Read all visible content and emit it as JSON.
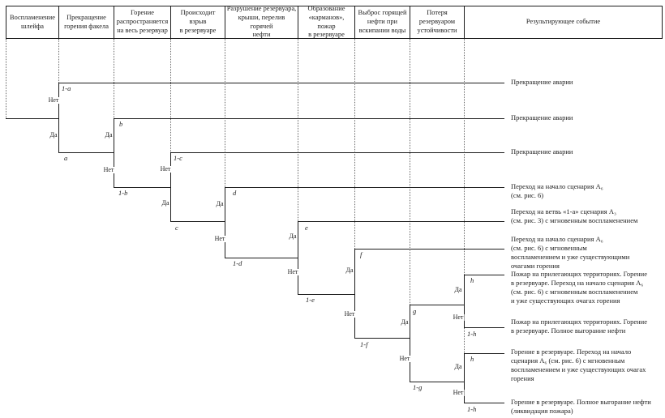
{
  "figure": {
    "kind": "event-tree-diagram",
    "line_color": "#1c1c1c",
    "background": "#ffffff"
  },
  "header": {
    "columns": [
      {
        "id": "plume-ignition",
        "label": "Воспламенение\nшлейфа"
      },
      {
        "id": "torch-burnout",
        "label": "Прекращение\nгорения факела"
      },
      {
        "id": "fire-spread",
        "label": "Горение\nраспространяется\nна весь резервуар"
      },
      {
        "id": "tank-explosion",
        "label": "Происходит\nвзрыв\nв резервуаре"
      },
      {
        "id": "tank-destruction",
        "label": "Разрушение резервуара,\nкрыши, перелив горячей\nнефти"
      },
      {
        "id": "pockets-fire",
        "label": "Образование\n«карманов», пожар\nв резервуаре"
      },
      {
        "id": "oil-boilover",
        "label": "Выброс горящей\nнефти при\nвскипании воды"
      },
      {
        "id": "stability-loss",
        "label": "Потеря\nрезервуаром\nустойчивости"
      },
      {
        "id": "resulting-event",
        "label": "Результирующее событие"
      }
    ]
  },
  "tree": {
    "yes": "Да",
    "no": "Нет",
    "branches": {
      "a": "a",
      "not_a": "1-a",
      "b": "b",
      "not_b": "1-b",
      "c": "c",
      "not_c": "1-c",
      "d": "d",
      "not_d": "1-d",
      "e": "e",
      "not_e": "1-e",
      "f": "f",
      "not_f": "1-f",
      "g": "g",
      "not_g": "1-g",
      "h": "h",
      "not_h": "1-h"
    }
  },
  "outcomes": [
    {
      "text": "Прекращение аварии"
    },
    {
      "text": "Прекращение аварии"
    },
    {
      "text": "Прекращение аварии"
    },
    {
      "text": "Переход на начало сценария А₆\n(см. рис.  6)"
    },
    {
      "text": "Переход на ветвь «1-а» сценария А₃\n(см. рис. 3) с мгновенным воспламенением"
    },
    {
      "text": "Переход на начало сценария А₆\n(см. рис.  6) с мгновенным\nвоспламенением и уже существующими\nочагами горения"
    },
    {
      "text": "Пожар на прилегающих территориях. Горение\nв резервуаре. Переход на начало сценария А₆\n(см. рис.  6) с мгновенным воспламенением\nи уже существующих очагах горения"
    },
    {
      "text": "Пожар на прилегающих территориях. Горение\nв резервуаре. Полное выгорание нефти"
    },
    {
      "text": "Горение в резервуаре.  Переход на начало\nсценария А₆ (см. рис.  6) с мгновенным\nвоспламенением и уже существующих очагах\nгорения"
    },
    {
      "text": "Горение в резервуаре. Полное выгорание нефти\n(ликвидация пожара)"
    }
  ]
}
